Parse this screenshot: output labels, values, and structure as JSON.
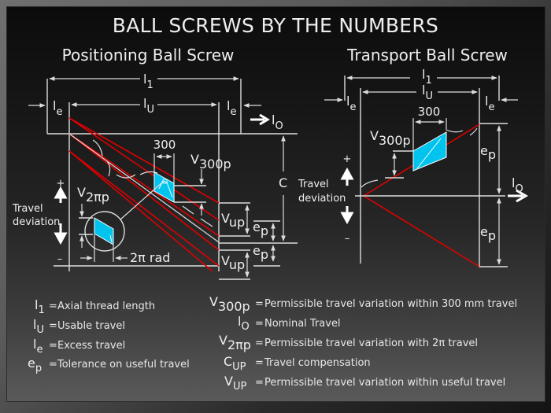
{
  "slide": {
    "title": "BALL SCREWS BY THE NUMBERS",
    "colors": {
      "line": "#dddddd",
      "deviation_line": "#e00000",
      "segment_fill": "#00c3ee",
      "text": "#eeeeee"
    }
  },
  "positioning": {
    "heading": "Positioning Ball Screw",
    "labels": {
      "l1": "l",
      "l1_sub": "1",
      "lu": "l",
      "lu_sub": "U",
      "le_left": "l",
      "le_left_sub": "e",
      "le_right": "l",
      "le_right_sub": "e",
      "lo": "l",
      "lo_sub": "O",
      "dim_300": "300",
      "v300p": "V",
      "v300p_sub": "300p",
      "v2pip": "V",
      "v2pip_sub": "2πp",
      "two_pi_rad": "2π rad",
      "c": "C",
      "vup_top": "V",
      "vup_top_sub": "up",
      "vup_bottom": "V",
      "vup_bottom_sub": "up",
      "ep_top": "e",
      "ep_top_sub": "p",
      "ep_bottom": "e",
      "ep_bottom_sub": "p",
      "plus": "+",
      "minus": "–",
      "travel": "Travel",
      "deviation": "deviation"
    }
  },
  "transport": {
    "heading": "Transport Ball Screw",
    "labels": {
      "l1": "l",
      "l1_sub": "1",
      "lu": "l",
      "lu_sub": "U",
      "le_left": "l",
      "le_left_sub": "e",
      "le_right": "l",
      "le_right_sub": "e",
      "lo": "l",
      "lo_sub": "O",
      "dim_300": "300",
      "v300p": "V",
      "v300p_sub": "300p",
      "ep_top": "e",
      "ep_top_sub": "p",
      "ep_bottom": "e",
      "ep_bottom_sub": "p",
      "plus": "+",
      "minus": "–",
      "travel": "Travel",
      "deviation": "deviation"
    }
  },
  "legend": {
    "left": [
      {
        "symbol": "l",
        "sub": "1",
        "definition": "Axial thread length"
      },
      {
        "symbol": "l",
        "sub": "U",
        "definition": "Usable travel"
      },
      {
        "symbol": "l",
        "sub": "e",
        "definition": "Excess travel"
      },
      {
        "symbol": "e",
        "sub": "p",
        "definition": "Tolerance on useful travel"
      }
    ],
    "right": [
      {
        "symbol": "V",
        "sub": "300p",
        "definition": "Permissible travel variation within 300 mm travel"
      },
      {
        "symbol": "l",
        "sub": "O",
        "definition": "Nominal Travel"
      },
      {
        "symbol": "V",
        "sub": "2πp",
        "definition": "Permissible travel variation with 2π travel"
      },
      {
        "symbol": "C",
        "sub": "UP",
        "definition": "Travel compensation"
      },
      {
        "symbol": "V",
        "sub": "UP",
        "definition": "Permissible travel variation within useful travel"
      }
    ],
    "equals": "="
  }
}
